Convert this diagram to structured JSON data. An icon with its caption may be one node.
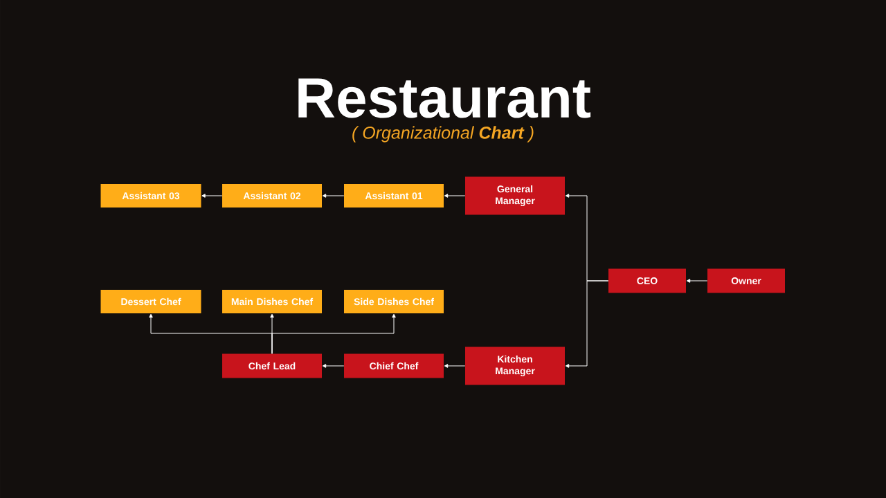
{
  "diagram": {
    "title": "Restaurant",
    "nodes": [
      {
        "text": [
          "Owner"
        ]
      },
      {
        "text": [
          "CEO"
        ]
      },
      {
        "text": [
          "General Manager"
        ]
      },
      {
        "text": [
          "Assistant 01"
        ]
      },
      {
        "text": [
          "Assistant 02"
        ]
      },
      {
        "text": [
          "Assistant 03"
        ]
      },
      {
        "text": [
          "Kitchen Manager"
        ]
      },
      {
        "text": [
          "Chief Chef"
        ]
      },
      {
        "text": [
          "Chef Lead"
        ]
      },
      {
        "text": [
          "Dessert Chef"
        ]
      },
      {
        "text": [
          "Main Dishes Chef"
        ]
      },
      {
        "text": [
          "Side Dishes Chef"
        ]
      }
    ],
    "edges": [
      {
        "from": 0,
        "to": 1,
        "arrow": "to"
      },
      {
        "from": 1,
        "to": 2,
        "arrow": "to"
      },
      {
        "from": 1,
        "to": 6,
        "arrow": "to"
      },
      {
        "from": 2,
        "to": 3,
        "arrow": "to"
      },
      {
        "from": 3,
        "to": 4,
        "arrow": "to"
      },
      {
        "from": 4,
        "to": 5,
        "arrow": "to"
      },
      {
        "from": 6,
        "to": 7,
        "arrow": "to"
      },
      {
        "from": 7,
        "to": 8,
        "arrow": "to"
      },
      {
        "from": 8,
        "to": 9,
        "arrow": "to"
      },
      {
        "from": 8,
        "to": 10,
        "arrow": "to"
      },
      {
        "from": 8,
        "to": 11,
        "arrow": "to"
      }
    ],
    "labels": [
      "( Organizational **Chart** )"
    ]
  }
}
